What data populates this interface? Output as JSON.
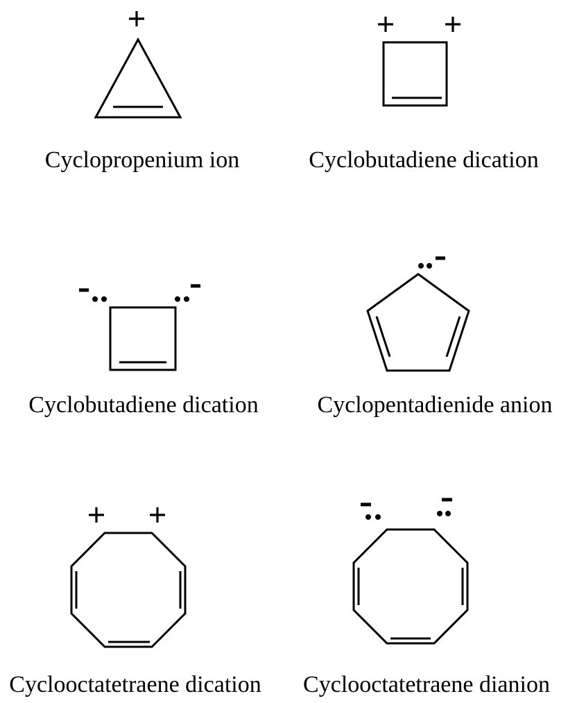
{
  "colors": {
    "ink": "#000000",
    "background": "#ffffff"
  },
  "molecules": [
    {
      "id": "cyclopropenium-ion",
      "label": "Cyclopropenium ion",
      "ring_shape": "triangle",
      "ring_sides": 3,
      "double_bonds_drawn": 1,
      "charges": [
        "+"
      ],
      "lone_pairs": 0,
      "grid_position": "row1-left"
    },
    {
      "id": "cyclobutadiene-dication",
      "label": "Cyclobutadiene dication",
      "ring_shape": "square",
      "ring_sides": 4,
      "double_bonds_drawn": 1,
      "charges": [
        "+",
        "+"
      ],
      "lone_pairs": 0,
      "grid_position": "row1-right"
    },
    {
      "id": "cyclobutadiene-dianion-structure",
      "label": "Cyclobutadiene dication",
      "ring_shape": "square",
      "ring_sides": 4,
      "double_bonds_drawn": 1,
      "charges": [
        "−",
        "−"
      ],
      "lone_pairs": 2,
      "grid_position": "row2-left"
    },
    {
      "id": "cyclopentadienide-anion",
      "label": "Cyclopentadienide anion",
      "ring_shape": "pentagon",
      "ring_sides": 5,
      "double_bonds_drawn": 2,
      "charges": [
        "−"
      ],
      "lone_pairs": 1,
      "grid_position": "row2-right"
    },
    {
      "id": "cyclooctatetraene-dication",
      "label": "Cyclooctatetraene dication",
      "ring_shape": "octagon",
      "ring_sides": 8,
      "double_bonds_drawn": 3,
      "charges": [
        "+",
        "+"
      ],
      "lone_pairs": 0,
      "grid_position": "row3-left"
    },
    {
      "id": "cyclooctatetraene-dianion",
      "label": "Cyclooctatetraene dianion",
      "ring_shape": "octagon",
      "ring_sides": 8,
      "double_bonds_drawn": 3,
      "charges": [
        "−",
        "−"
      ],
      "lone_pairs": 2,
      "grid_position": "row3-right"
    }
  ]
}
